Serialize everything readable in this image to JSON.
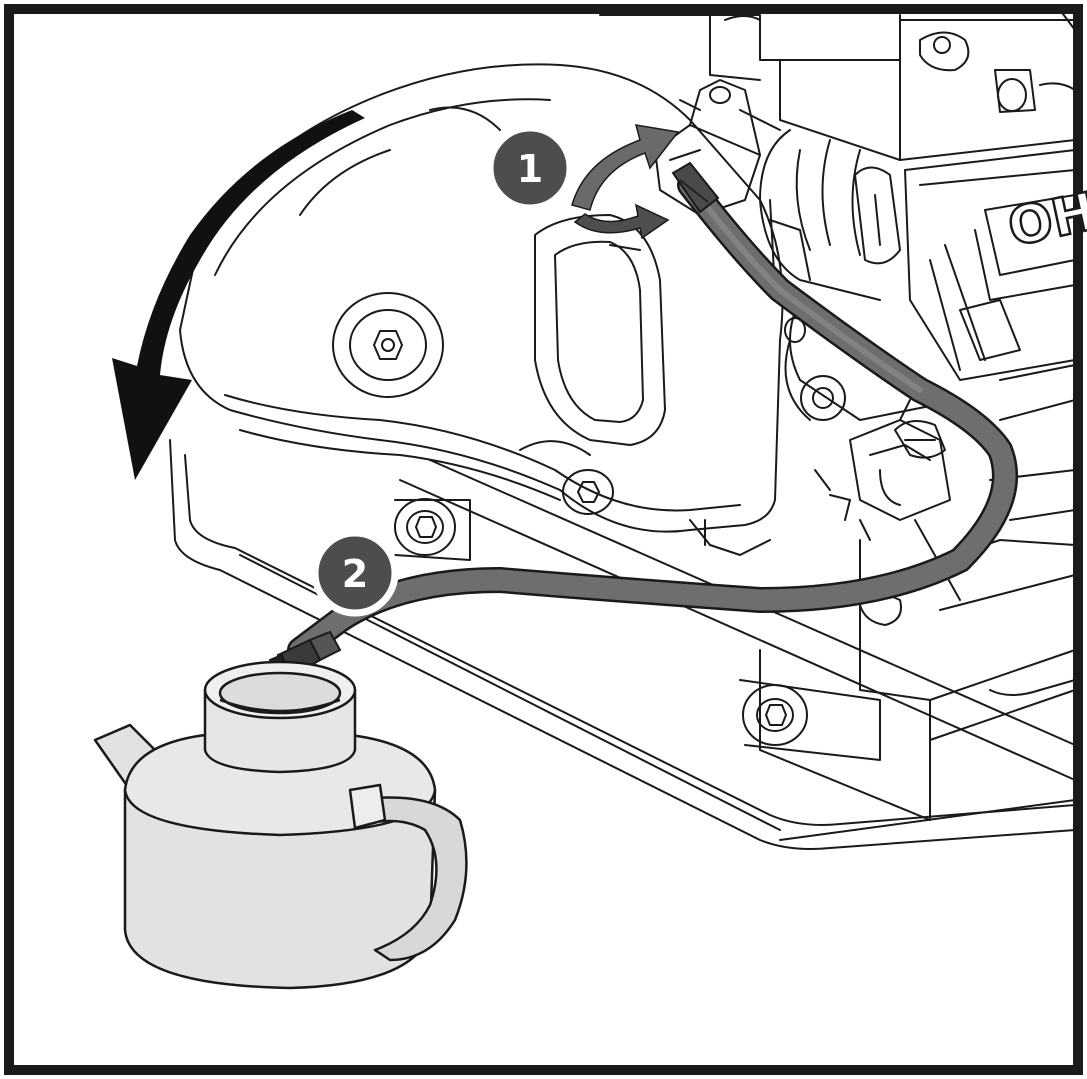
{
  "diagram": {
    "steps": [
      {
        "number": "1"
      },
      {
        "number": "2"
      }
    ],
    "engine_label": "OH",
    "colors": {
      "outline": "#1a1a1a",
      "hose": "#6e6e6e",
      "hose_dark": "#4a4a4a",
      "badge": "#4d4d4d",
      "arrow_black": "#111111",
      "arrow_grey": "#6a6a6a",
      "container_fill": "#e2e2e2",
      "background": "#ffffff"
    },
    "icons": [
      "rotate-arrow-icon",
      "twist-arrow-icon",
      "drip-icon"
    ]
  }
}
